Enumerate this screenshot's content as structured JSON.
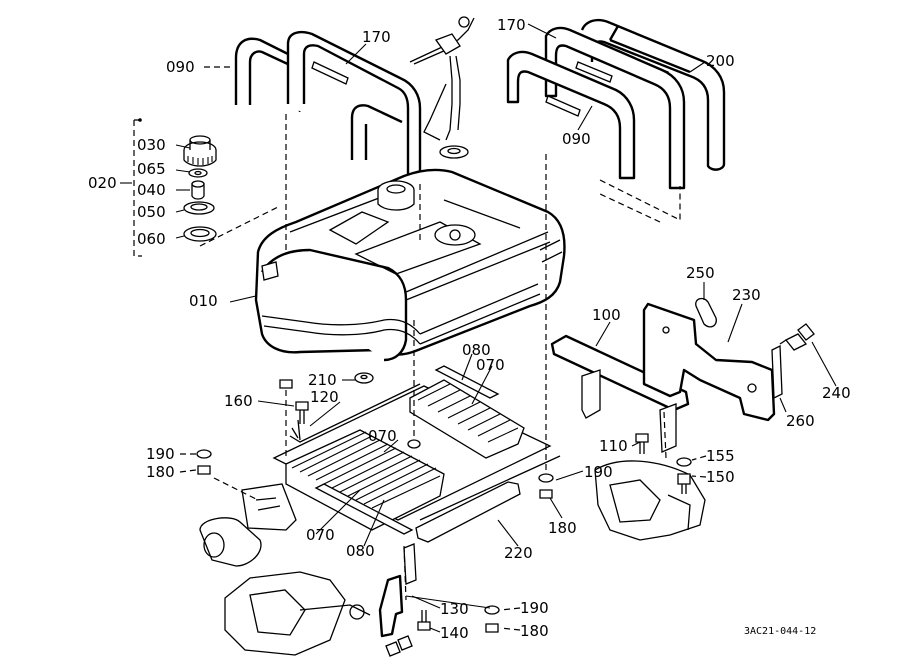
{
  "diagram": {
    "reference_code": "3AC21-044-12",
    "labels": {
      "p010": "010",
      "p020": "020",
      "p030": "030",
      "p040": "040",
      "p050": "050",
      "p060": "060",
      "p065": "065",
      "p070a": "070",
      "p070b": "070",
      "p070c": "070",
      "p080a": "080",
      "p080b": "080",
      "p090a": "090",
      "p090b": "090",
      "p100": "100",
      "p110": "110",
      "p120": "120",
      "p130": "130",
      "p140": "140",
      "p150": "150",
      "p155": "155",
      "p160": "160",
      "p170a": "170",
      "p170b": "170",
      "p180a": "180",
      "p180b": "180",
      "p180c": "180",
      "p190a": "190",
      "p190b": "190",
      "p190c": "190",
      "p200": "200",
      "p210": "210",
      "p220": "220",
      "p230": "230",
      "p240": "240",
      "p250": "250",
      "p260": "260"
    }
  }
}
